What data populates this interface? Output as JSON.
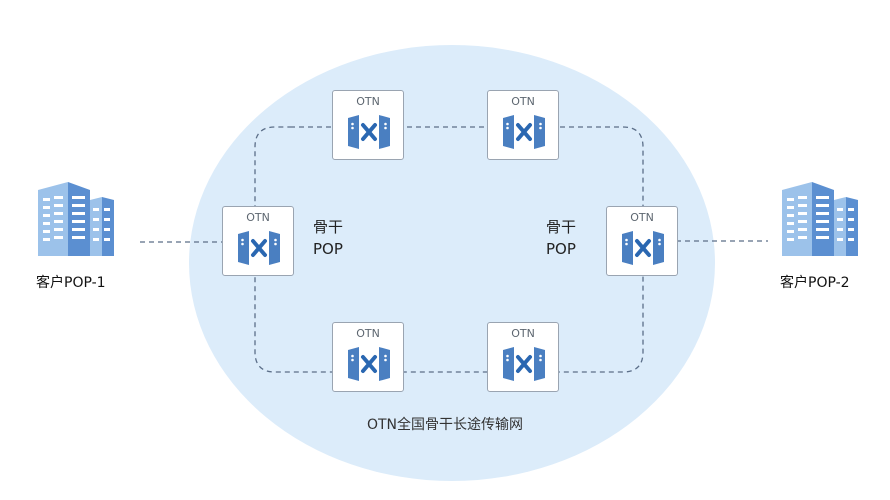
{
  "node_label": "OTN",
  "backbone_left": {
    "line1": "骨干",
    "line2": "POP"
  },
  "backbone_right": {
    "line1": "骨干",
    "line2": "POP"
  },
  "client_left": "客户POP-1",
  "client_right": "客户POP-2",
  "network_label": "OTN全国骨干长途传输网",
  "colors": {
    "cloud": "#dcecfa",
    "dashed_line": "#5b6e88",
    "device_blue": "#4a7fc1",
    "device_cross": "#2a67b1",
    "building_light": "#9cc2ea",
    "building_dark": "#5b8fd1"
  },
  "icons": {
    "otn_device": "otn-switch-icon",
    "building": "building-icon"
  }
}
